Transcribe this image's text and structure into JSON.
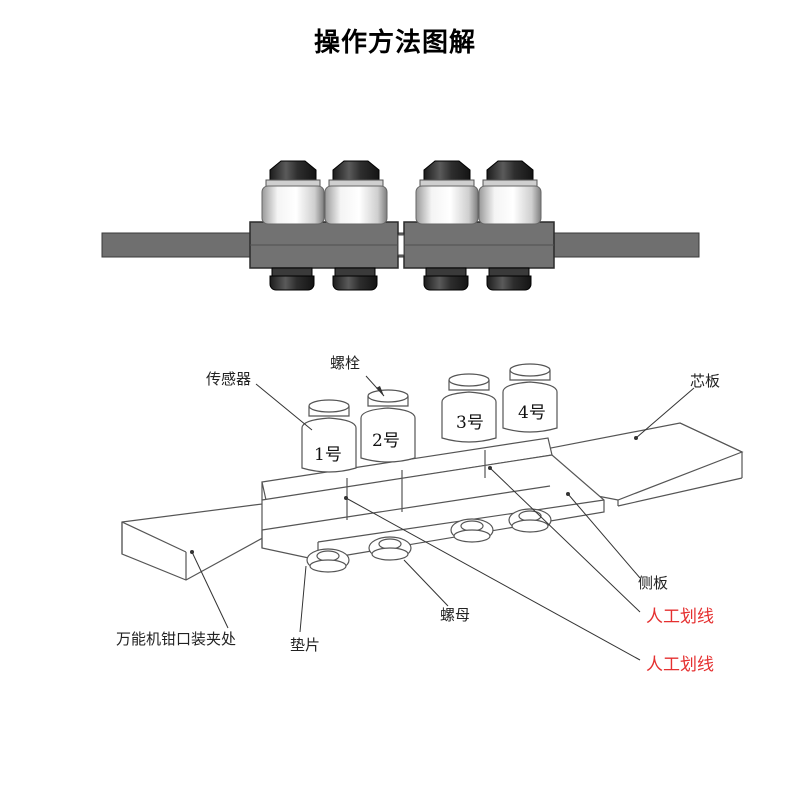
{
  "title": "操作方法图解",
  "sensor_numbers": [
    "1号",
    "2号",
    "3号",
    "4号"
  ],
  "labels": {
    "sensor": "传感器",
    "bolt": "螺栓",
    "core_plate": "芯板",
    "side_plate": "侧板",
    "manual_line_1": "人工划线",
    "manual_line_2": "人工划线",
    "clamp": "万能机钳口装夹处",
    "washer": "垫片",
    "nut": "螺母"
  },
  "colors": {
    "steel_bar": "#6d6d6d",
    "nut_dark": "#2a2a2a",
    "sensor_body": "#e6e6e6",
    "annotation_red": "#e53030"
  }
}
